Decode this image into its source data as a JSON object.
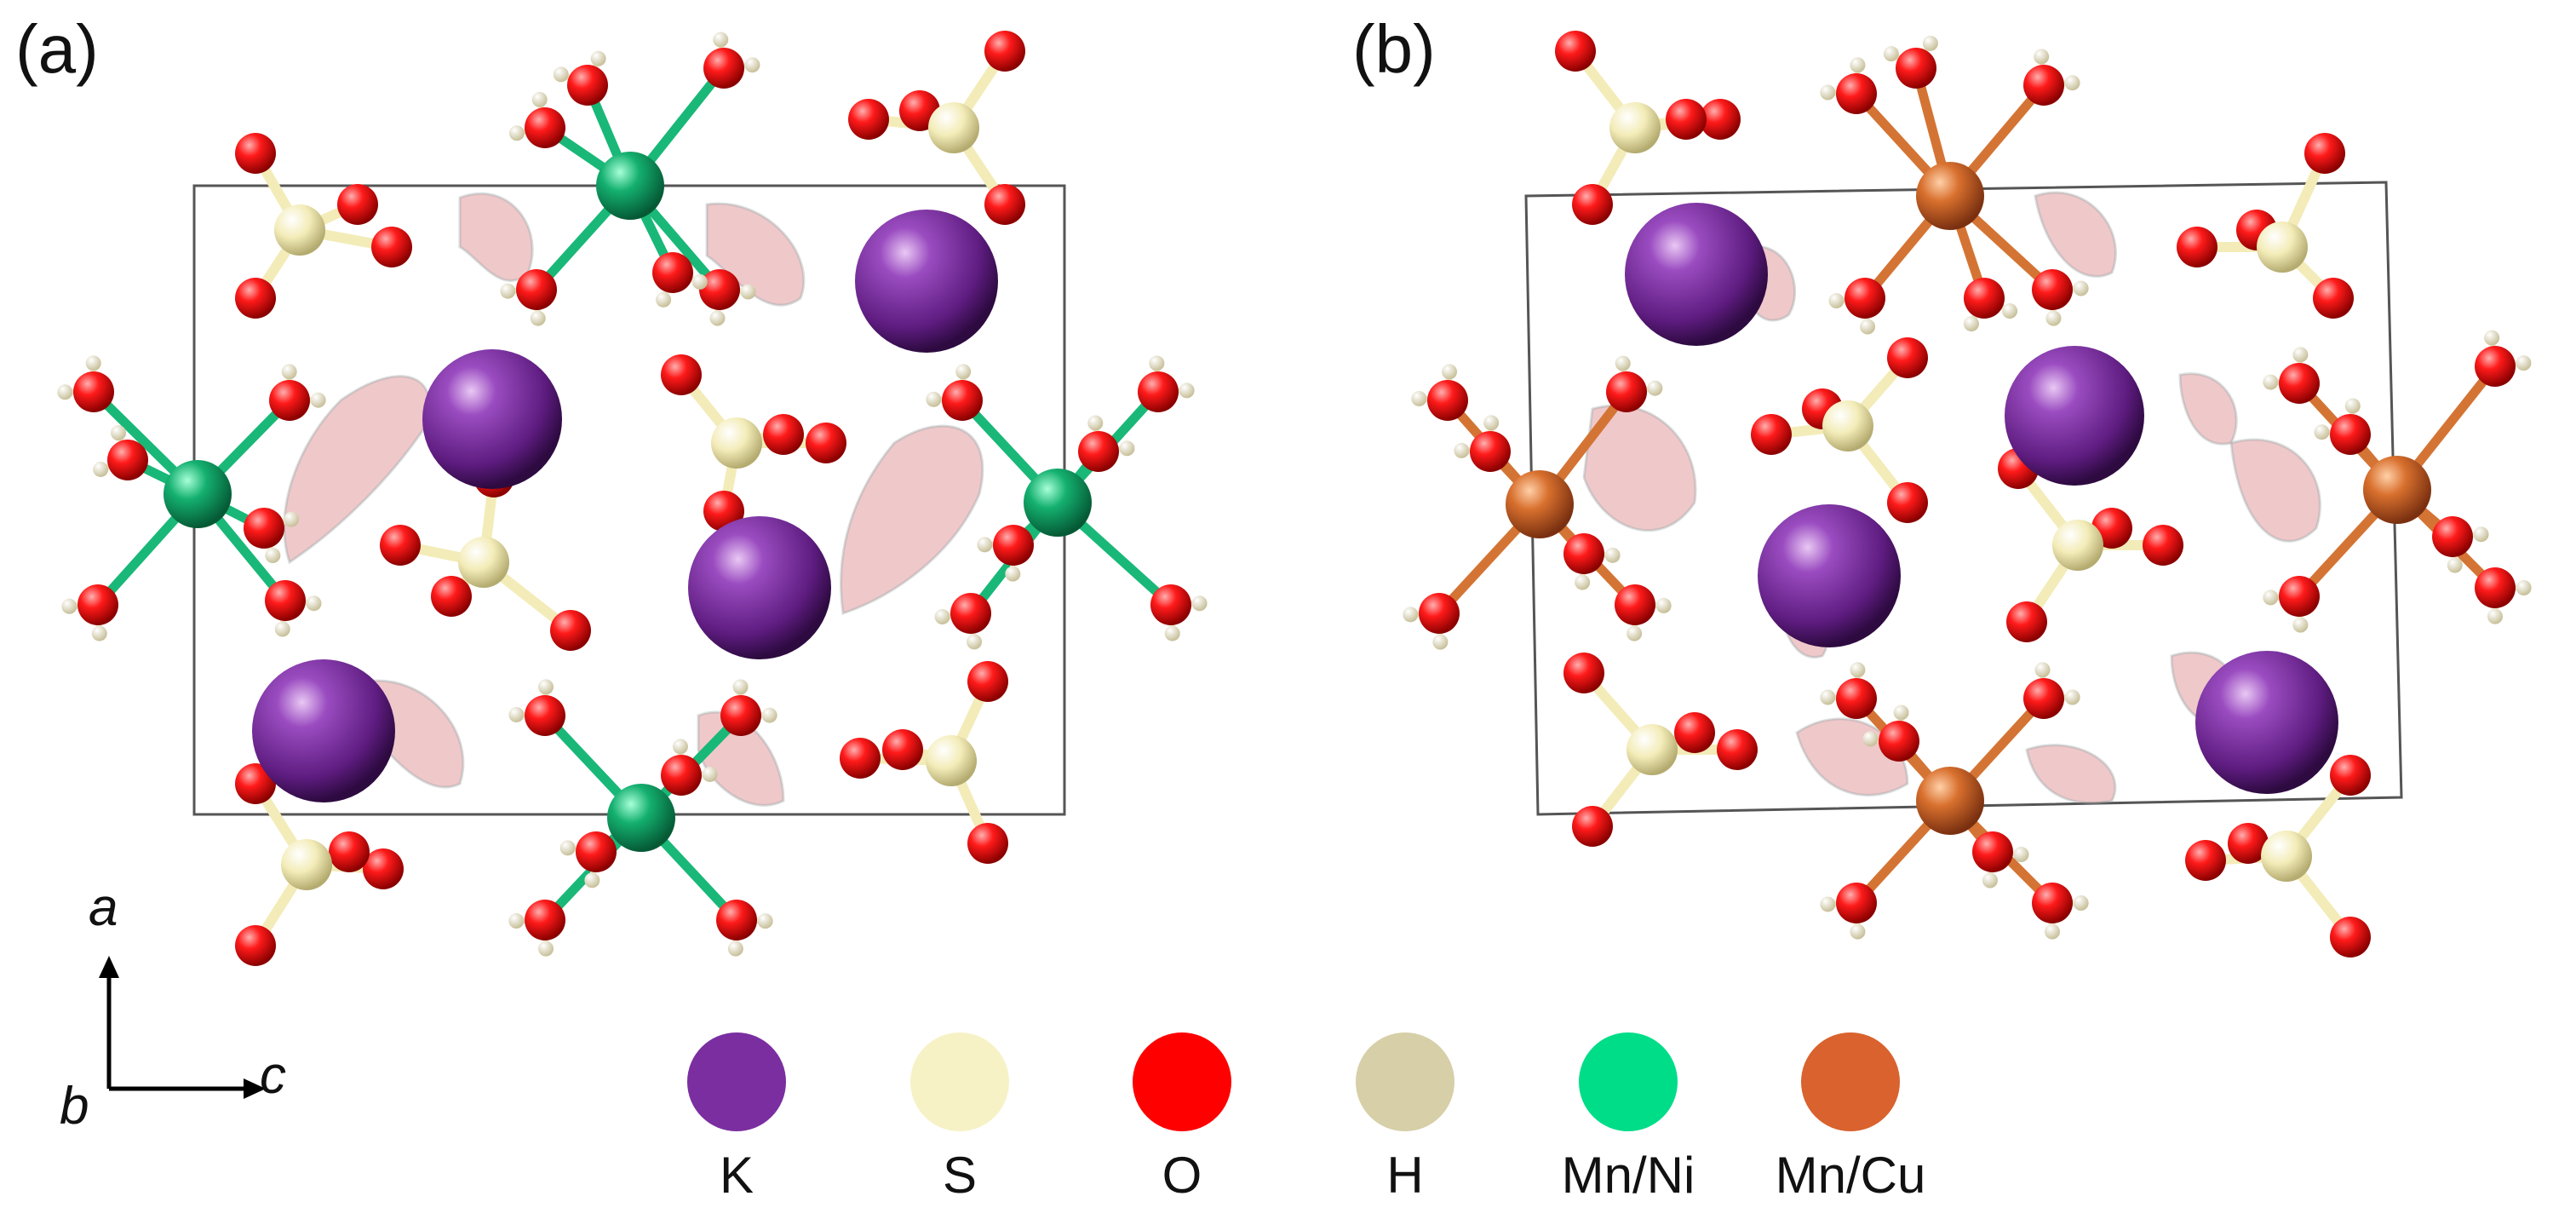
{
  "panels": [
    {
      "label": "(a)",
      "metal": "MnNi"
    },
    {
      "label": "(b)",
      "metal": "MnCu"
    }
  ],
  "axes": {
    "a": "a",
    "b": "b",
    "c": "c"
  },
  "legend": [
    {
      "label": "K",
      "color": "#7a2ea0"
    },
    {
      "label": "S",
      "color": "#f6f2c6"
    },
    {
      "label": "O",
      "color": "#ff0000"
    },
    {
      "label": "H",
      "color": "#d6cfa8"
    },
    {
      "label": "Mn/Ni",
      "color": "#00dd88"
    },
    {
      "label": "Mn/Cu",
      "color": "#d9622e"
    }
  ],
  "colors": {
    "K": "#7a2ea0",
    "S": "#f6f2c6",
    "O": "#ff0000",
    "H": "#e6e0c0",
    "MnNi": "#11a86a",
    "MnCu": "#d46a2e",
    "isosurface": "#e4a3a6"
  }
}
